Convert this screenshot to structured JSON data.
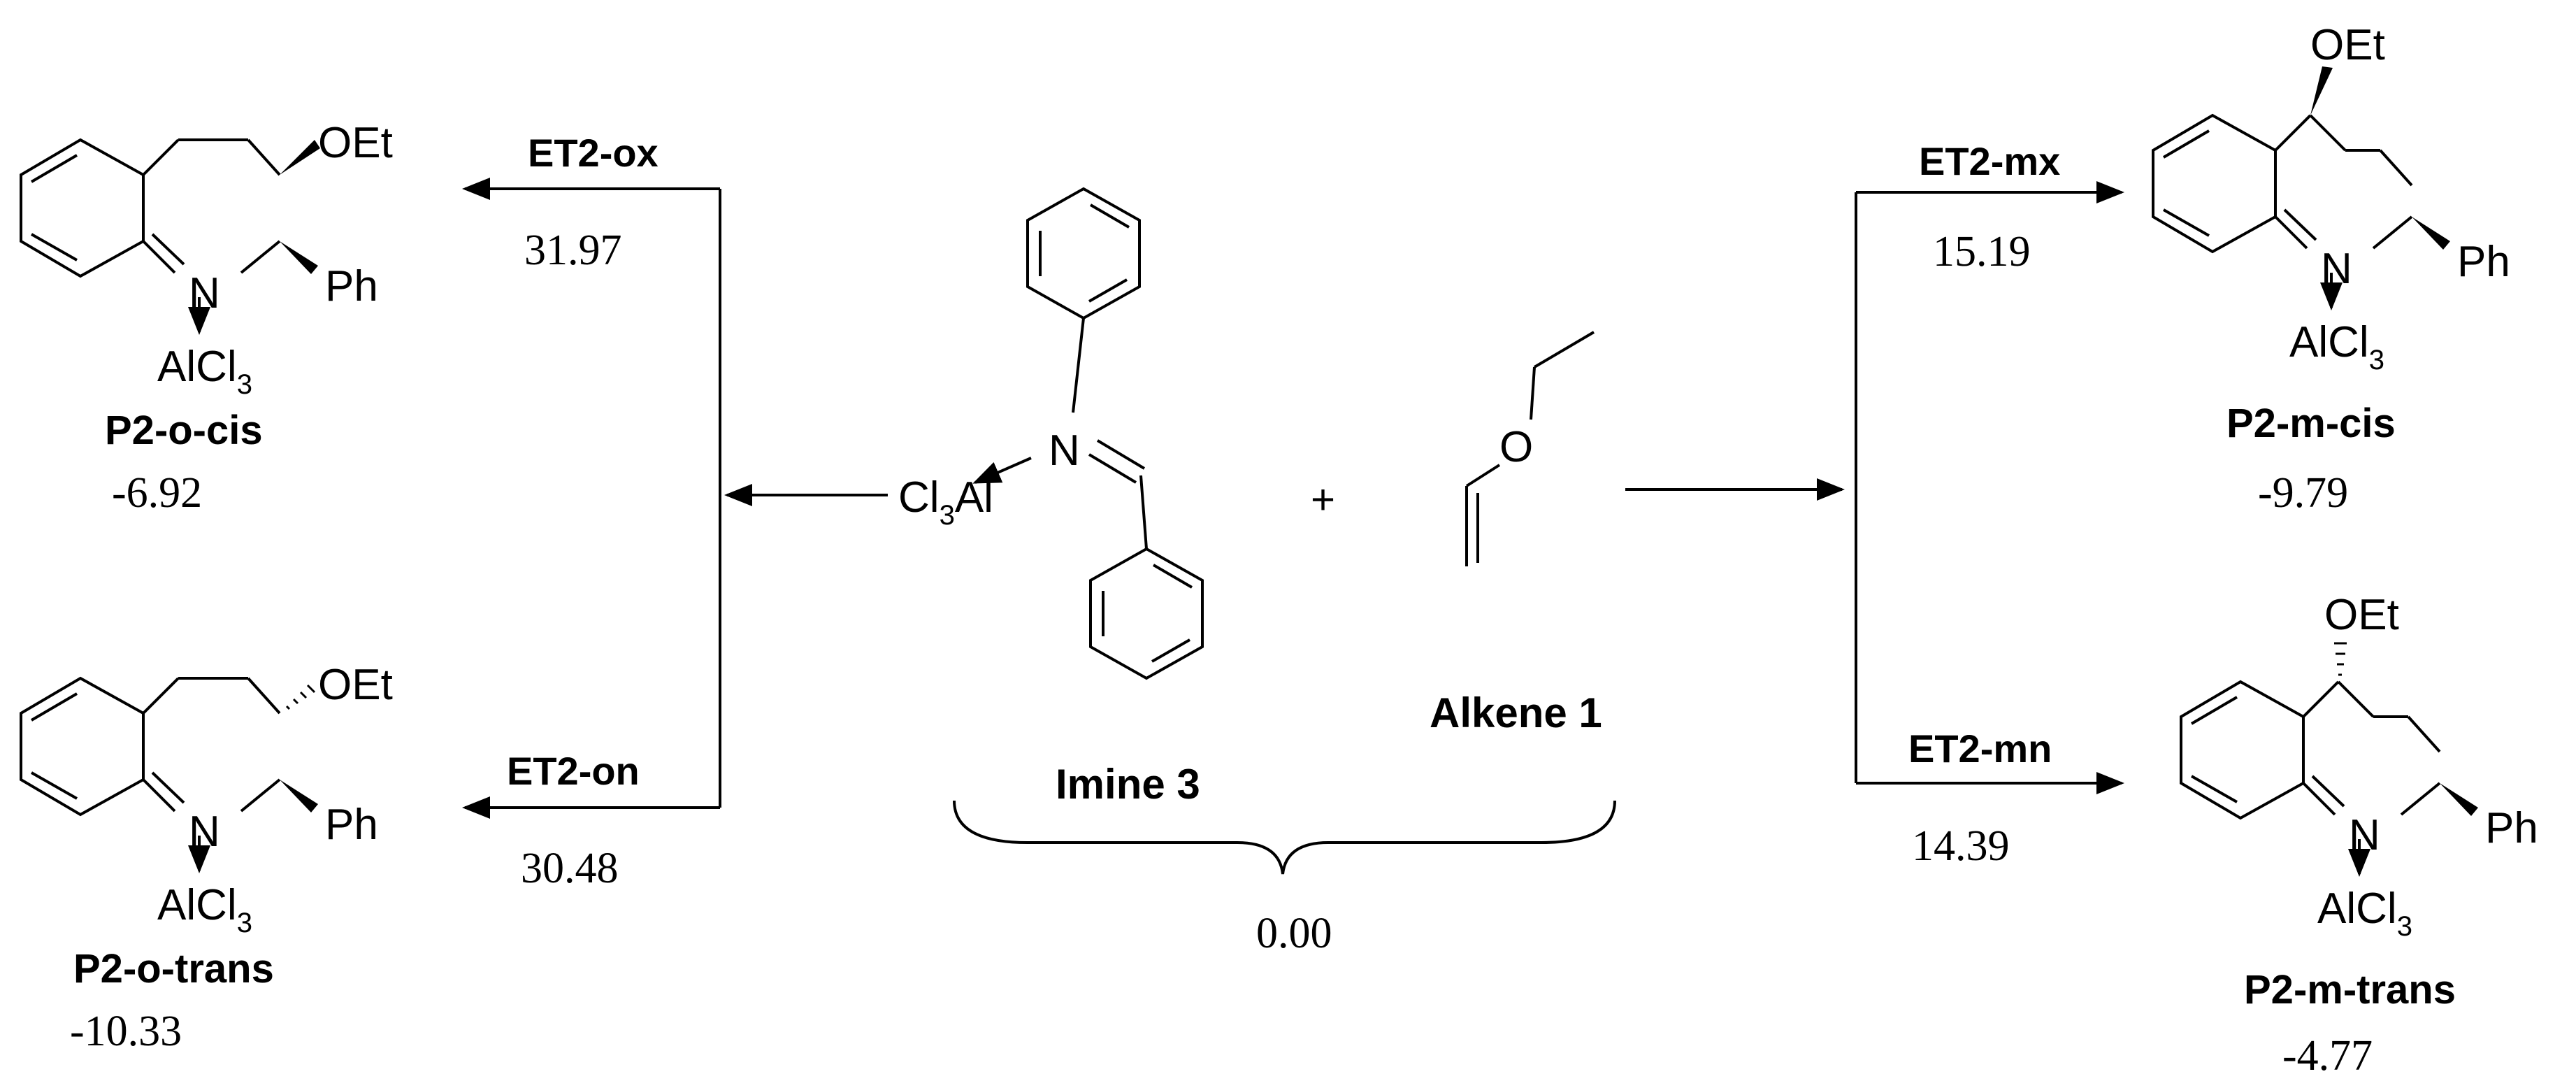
{
  "reactants": {
    "imine_name": "Imine 3",
    "alkene_name": "Alkene 1",
    "plus": "+",
    "energy": "0.00",
    "cl3al": "Cl",
    "cl3al_sub": "3",
    "cl3al_tail": "Al",
    "imine_N": "N",
    "alkene_O": "O"
  },
  "transitions": [
    {
      "label": "ET2-ox",
      "energy": "31.97"
    },
    {
      "label": "ET2-on",
      "energy": "30.48"
    },
    {
      "label": "ET2-mx",
      "energy": "15.19"
    },
    {
      "label": "ET2-mn",
      "energy": "14.39"
    }
  ],
  "products": [
    {
      "name": "P2-o-cis",
      "energy": "-6.92",
      "substituent": "OEt",
      "phenyl": "Ph",
      "nitrogen": "N",
      "lewis": "AlCl",
      "lewis_sub": "3",
      "stereo": "wedge"
    },
    {
      "name": "P2-o-trans",
      "energy": "-10.33",
      "substituent": "OEt",
      "phenyl": "Ph",
      "nitrogen": "N",
      "lewis": "AlCl",
      "lewis_sub": "3",
      "stereo": "hash"
    },
    {
      "name": "P2-m-cis",
      "energy": "-9.79",
      "substituent": "OEt",
      "phenyl": "Ph",
      "nitrogen": "N",
      "lewis": "AlCl",
      "lewis_sub": "3",
      "stereo": "wedge"
    },
    {
      "name": "P2-m-trans",
      "energy": "-4.77",
      "substituent": "OEt",
      "phenyl": "Ph",
      "nitrogen": "N",
      "lewis": "AlCl",
      "lewis_sub": "3",
      "stereo": "hash"
    }
  ]
}
